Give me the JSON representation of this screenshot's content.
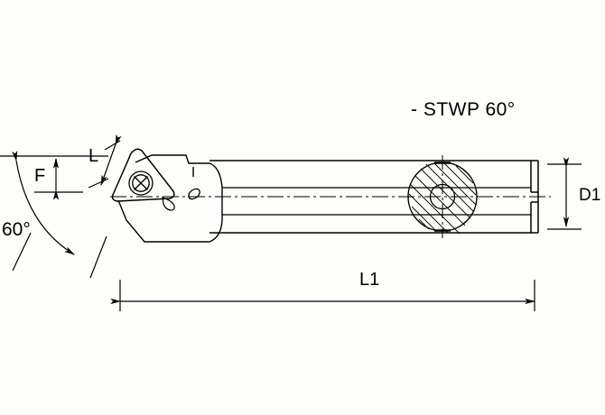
{
  "drawing": {
    "title": "- STWP 60°",
    "type": "technical-engineering-drawing",
    "subject": "boring bar tool holder with triangular indexable insert",
    "background_color": "#fdfdfb",
    "line_color": "#000000"
  },
  "dimensions": {
    "l1": {
      "label": "L1",
      "description": "overall length of shank"
    },
    "d1": {
      "label": "D1",
      "description": "shank diameter"
    },
    "f": {
      "label": "F",
      "description": "center height offset"
    },
    "l": {
      "label": "L",
      "description": "insert cutting edge length"
    },
    "angle": {
      "label": "60°",
      "description": "lead angle"
    }
  },
  "chart_data": {
    "type": "diagram",
    "title": "- STWP 60°",
    "annotations": [
      "- STWP 60°",
      "L1",
      "D1",
      "F",
      "L",
      "60°"
    ]
  }
}
